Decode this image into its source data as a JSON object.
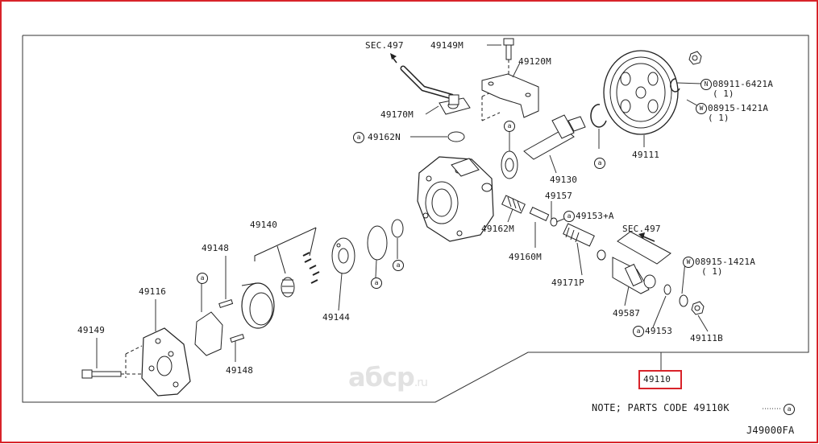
{
  "diagram": {
    "id": "J49000FA",
    "highlight_color": "#d8232a",
    "watermark": {
      "main": "aбcp",
      "tld": ".ru"
    },
    "note": {
      "text": "NOTE; PARTS CODE 49110K",
      "symbol": "a"
    },
    "main_assembly": "49110",
    "sec_refs": [
      "SEC.497",
      "SEC.497"
    ],
    "parts": {
      "p49149M": "49149M",
      "p49120M": "49120M",
      "p49170M": "49170M",
      "p49162N": "49162N",
      "p49162M": "49162M",
      "p49157": "49157",
      "p49153A": "49153+A",
      "p49160M": "49160M",
      "p49171P": "49171P",
      "p49130": "49130",
      "p49111": "49111",
      "p08911": "08911-6421A",
      "p08911_qty": "( 1)",
      "p08915a": "08915-1421A",
      "p08915a_qty": "( 1)",
      "p08915b": "08915-1421A",
      "p08915b_qty": "( 1)",
      "p49140": "49140",
      "p49148a": "49148",
      "p49148b": "49148",
      "p49116": "49116",
      "p49149": "49149",
      "p49144": "49144",
      "p49587": "49587",
      "p49153": "49153",
      "p49111B": "49111B"
    },
    "symbols": {
      "a": "a",
      "N": "N",
      "W": "W"
    }
  }
}
